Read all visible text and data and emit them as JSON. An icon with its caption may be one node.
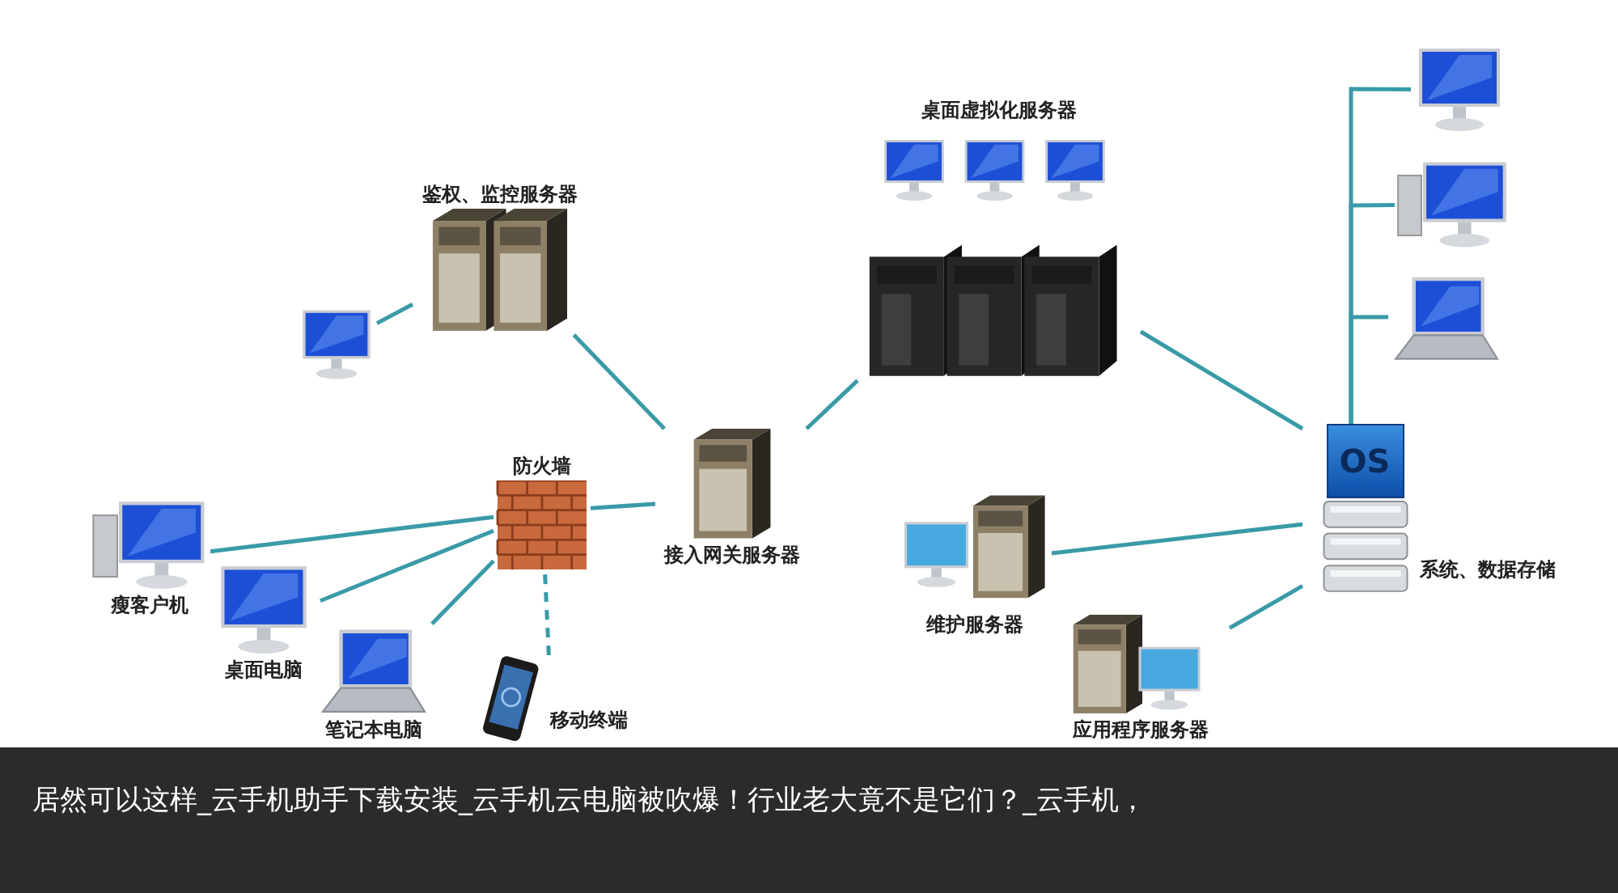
{
  "diagram": {
    "caption": "居然可以这样_云手机助手下载安装_云手机云电脑被吹爆！行业老大竟不是它们？_云手机，",
    "nodes": [
      {
        "text": [
          "鉴权、监控服务器"
        ]
      },
      {
        "text": [],
        "shape": "picture"
      },
      {
        "text": [
          "桌面虚拟化服务器"
        ]
      },
      {
        "text": [
          "接入网关服务器"
        ]
      },
      {
        "text": [
          "防火墙"
        ]
      },
      {
        "text": [
          "瘦客户机"
        ]
      },
      {
        "text": [
          "桌面电脑"
        ]
      },
      {
        "text": [
          "笔记本电脑"
        ]
      },
      {
        "text": [
          "移动终端"
        ]
      },
      {
        "text": [
          "维护服务器"
        ]
      },
      {
        "text": [
          "OS",
          "系统、数据存储"
        ]
      },
      {
        "text": [
          "应用程序服务器"
        ]
      },
      {
        "text": [],
        "shape": "picture"
      },
      {
        "text": [],
        "shape": "picture"
      },
      {
        "text": [],
        "shape": "picture"
      }
    ],
    "edges": [
      {
        "from": 1,
        "to": 0,
        "arrow": "none"
      },
      {
        "from": 0,
        "to": 3,
        "arrow": "none"
      },
      {
        "from": 4,
        "to": 3,
        "arrow": "none"
      },
      {
        "from": 3,
        "to": 2,
        "arrow": "none"
      },
      {
        "from": 2,
        "to": 10,
        "arrow": "none"
      },
      {
        "from": 9,
        "to": 10,
        "arrow": "none"
      },
      {
        "from": 11,
        "to": 10,
        "arrow": "none"
      },
      {
        "from": 10,
        "to": 12,
        "arrow": "none"
      },
      {
        "from": 10,
        "to": 13,
        "arrow": "none"
      },
      {
        "from": 10,
        "to": 14,
        "arrow": "none"
      },
      {
        "from": 5,
        "to": 4,
        "arrow": "none"
      },
      {
        "from": 6,
        "to": 4,
        "arrow": "none"
      },
      {
        "from": 7,
        "to": 4,
        "arrow": "none"
      },
      {
        "from": 8,
        "to": 4,
        "arrow": "none",
        "style": "dashed"
      }
    ]
  }
}
